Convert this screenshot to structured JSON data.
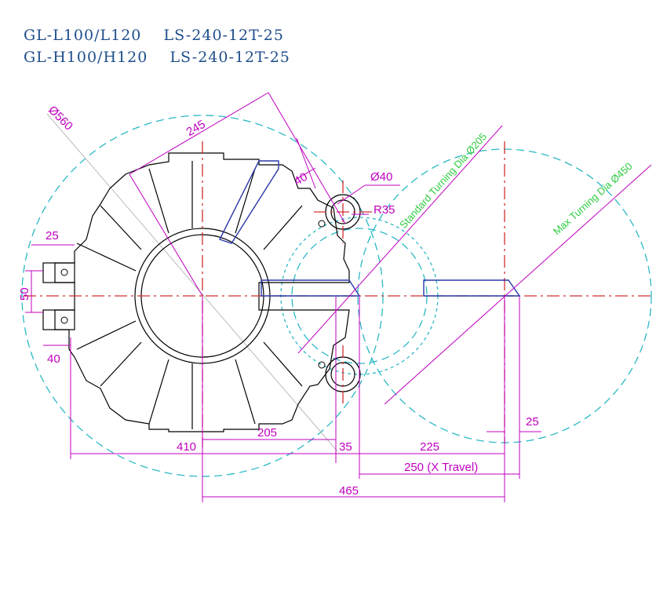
{
  "header": {
    "line1": "GL-L100/L120    LS-240-12T-25",
    "line2": "GL-H100/H120    LS-240-12T-25"
  },
  "labels": {
    "d560": "Ø560",
    "d245": "245",
    "d40_top": "40",
    "d_o40": "Ø40",
    "r35": "R35",
    "std_turning": "Standard Turning Dia Ø205",
    "max_turning": "Max Turning  Dia Ø450",
    "d25_left": "25",
    "d50": "50",
    "d40_left": "40",
    "d205": "205",
    "d410": "410",
    "d35": "35",
    "d225": "225",
    "d25_right": "25",
    "d250": "250 (X Travel)",
    "d465": "465"
  },
  "colors": {
    "title": "#1f4e8c",
    "dimension": "#c000c0",
    "centerline": "#d03030",
    "circle": "#2bb9c6",
    "tool": "#2a38a8",
    "label_green": "#2ecc40"
  }
}
